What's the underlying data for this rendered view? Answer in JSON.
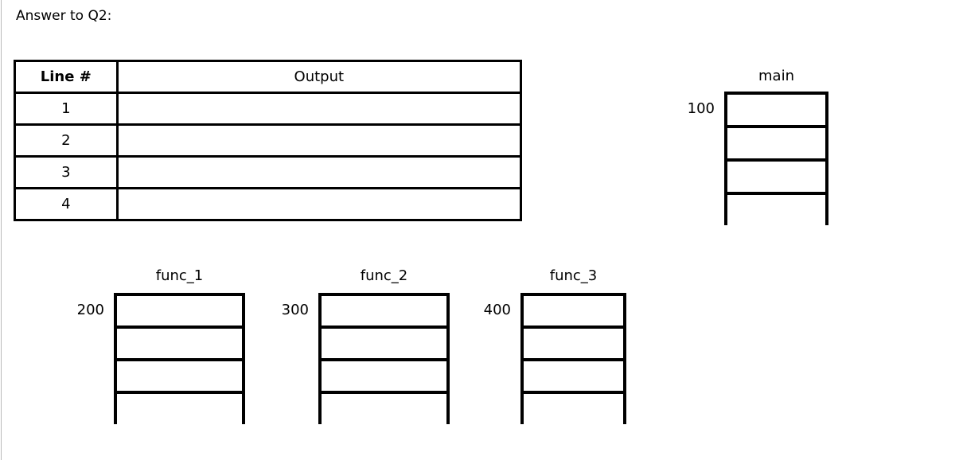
{
  "document": {
    "heading": "Answer to Q2:",
    "background_color": "#ffffff",
    "ink_color": "#000000",
    "page_edge_color": "#b9b9b9"
  },
  "output_table": {
    "headers": {
      "line": "Line #",
      "output": "Output"
    },
    "rows": [
      {
        "line": "1",
        "output": ""
      },
      {
        "line": "2",
        "output": ""
      },
      {
        "line": "3",
        "output": ""
      },
      {
        "line": "4",
        "output": ""
      }
    ]
  },
  "frames": [
    {
      "title": "main",
      "address": "100",
      "cells": [
        "",
        "",
        "",
        ""
      ],
      "open_bottom": true
    },
    {
      "title": "func_1",
      "address": "200",
      "cells": [
        "",
        "",
        "",
        ""
      ],
      "open_bottom": true
    },
    {
      "title": "func_2",
      "address": "300",
      "cells": [
        "",
        "",
        "",
        ""
      ],
      "open_bottom": true
    },
    {
      "title": "func_3",
      "address": "400",
      "cells": [
        "",
        "",
        "",
        ""
      ],
      "open_bottom": true
    }
  ]
}
